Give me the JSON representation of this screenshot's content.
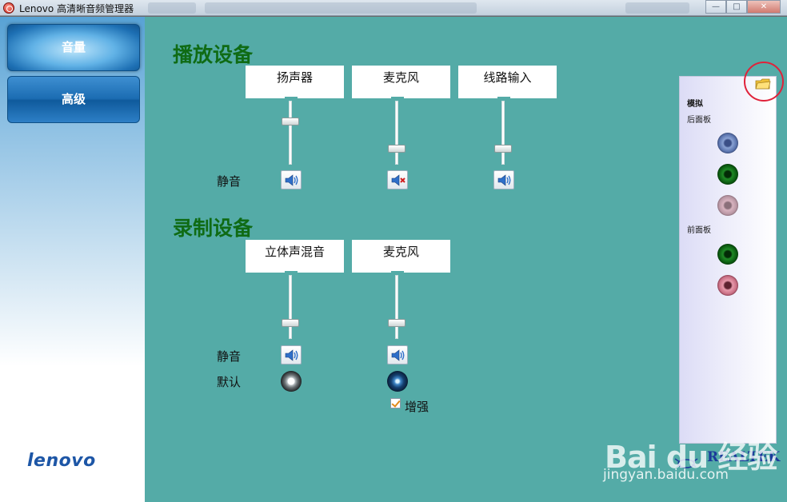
{
  "window": {
    "title": "Lenovo 高清晰音频管理器",
    "minimize_glyph": "—",
    "maximize_glyph": "□",
    "close_glyph": "✕"
  },
  "sidebar": {
    "items": [
      {
        "label": "音量",
        "selected": true
      },
      {
        "label": "高级",
        "selected": false
      }
    ],
    "logo_text": "lenovo"
  },
  "playback": {
    "title": "播放设备",
    "devices": [
      {
        "label": "扬声器",
        "volume": 0.7,
        "muted": false
      },
      {
        "label": "麦克风",
        "volume": 0.22,
        "muted": true
      },
      {
        "label": "线路输入",
        "volume": 0.22,
        "muted": false
      }
    ],
    "mute_label": "静音"
  },
  "recording": {
    "title": "录制设备",
    "devices": [
      {
        "label": "立体声混音",
        "volume": 0.22,
        "muted": false,
        "default": false
      },
      {
        "label": "麦克风",
        "volume": 0.22,
        "muted": false,
        "default": true
      }
    ],
    "mute_label": "静音",
    "default_label": "默认",
    "boost_label": "增强",
    "boost_checked": true
  },
  "jacks": {
    "analog_label": "模拟",
    "rear_label": "后面板",
    "front_label": "前面板",
    "rear": [
      "blue",
      "green",
      "pink-disabled"
    ],
    "front": [
      "green",
      "pink"
    ]
  },
  "brand": {
    "realtek": "REALTEK"
  },
  "watermark": {
    "top": "Bai du 经验",
    "url": "jingyan.baidu.com"
  },
  "colors": {
    "main_bg": "#54aba7",
    "section_title": "#0f6b14",
    "nav_blue": "#1d6fb3",
    "highlight_ring": "#e0223a"
  }
}
